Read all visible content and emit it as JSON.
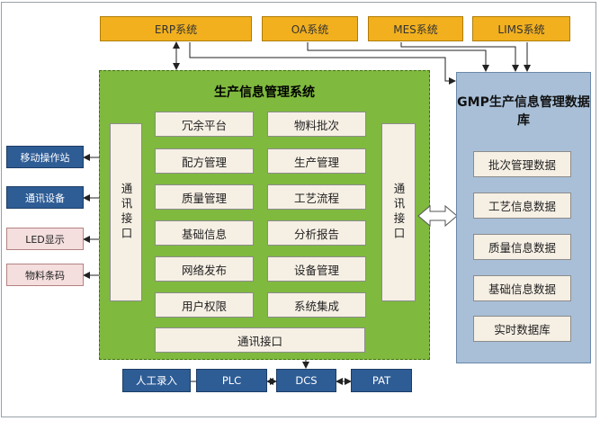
{
  "top_systems": [
    "ERP系统",
    "OA系统",
    "MES系统",
    "LIMS系统"
  ],
  "main_system": {
    "title": "生产信息管理系统",
    "left_port": "通讯接口",
    "right_port": "通讯接口",
    "bottom_port": "通讯接口",
    "modules_left": [
      "冗余平台",
      "配方管理",
      "质量管理",
      "基础信息",
      "网络发布",
      "用户权限"
    ],
    "modules_right": [
      "物料批次",
      "生产管理",
      "工艺流程",
      "分析报告",
      "设备管理",
      "系统集成"
    ]
  },
  "database": {
    "title": "GMP生产信息管理数据库",
    "items": [
      "批次管理数据",
      "工艺信息数据",
      "质量信息数据",
      "基础信息数据",
      "实时数据库"
    ]
  },
  "left_devices": [
    {
      "label": "移动操作站",
      "style": "blue"
    },
    {
      "label": "通讯设备",
      "style": "blue"
    },
    {
      "label": "LED显示",
      "style": "pink"
    },
    {
      "label": "物料条码",
      "style": "pink"
    }
  ],
  "bottom_devices": [
    "人工录入",
    "PLC",
    "DCS",
    "PAT"
  ],
  "colors": {
    "top_system": "#f2b01e",
    "main_system": "#7fb93e",
    "database": "#a8bfd7",
    "module": "#f6efe4",
    "device_blue": "#2e5c95",
    "device_pink": "#f4dede"
  }
}
